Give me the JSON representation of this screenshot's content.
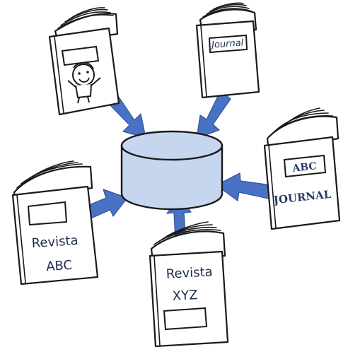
{
  "colors": {
    "arrow": "#4a72c4",
    "database": "#c7d6ef",
    "ink": "#1a1a1a",
    "text": "#1f2d4e"
  },
  "center": {
    "icon": "database-cylinder-icon"
  },
  "books": {
    "top_left": {
      "icon": "magazine-with-cartoon-icon"
    },
    "top_right": {
      "label": "Journal"
    },
    "right": {
      "label1": "ABC",
      "label2": "JOURNAL"
    },
    "left": {
      "line1": "Revista",
      "line2": "ABC"
    },
    "bottom": {
      "line1": "Revista",
      "line2": "XYZ"
    }
  }
}
